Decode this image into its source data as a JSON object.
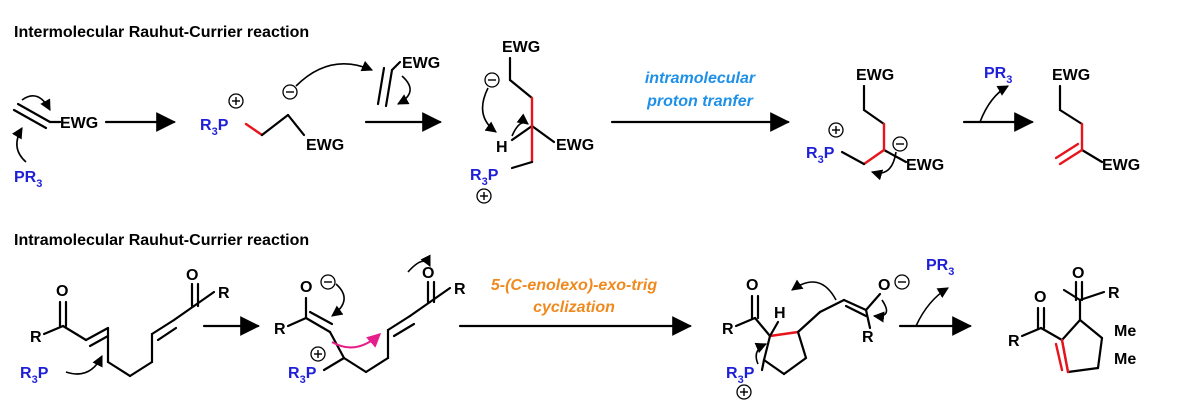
{
  "titles": {
    "inter": "Intermolecular Rauhut-Currier reaction",
    "intra": "Intramolecular Rauhut-Currier reaction"
  },
  "conditions": {
    "proton_line1": "intramolecular",
    "proton_line2": "proton tranfer",
    "cyclization_line1": "5-(C-enolexo)-exo-trig",
    "cyclization_line2": "cyclization"
  },
  "labels": {
    "ewg": "EWG",
    "r3": "R",
    "p": "P",
    "pr": "PR",
    "sub3": "3",
    "h": "H",
    "o": "O",
    "r": "R",
    "me": "Me"
  },
  "colors": {
    "phosphine": "#1f1fd8",
    "new_bond": "#e8141b",
    "proton_condition": "#1e90e8",
    "cyclization_condition": "#f08a1e",
    "electron_arrow_intra": "#e61e8c"
  }
}
